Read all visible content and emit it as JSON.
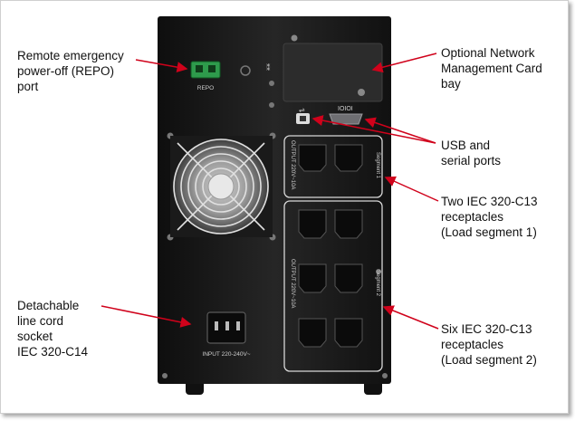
{
  "callouts": {
    "repo": "Remote emergency\npower-off (REPO)\nport",
    "network_card": "Optional Network\nManagement Card\nbay",
    "usb_serial": "USB and\nserial ports",
    "segment1": "Two IEC 320-C13\nreceptacles\n(Load segment 1)",
    "line_cord": "Detachable\nline cord\nsocket\nIEC 320-C14",
    "segment2": "Six IEC 320-C13\nreceptacles\n(Load segment 2)"
  },
  "device_labels": {
    "repo": "REPO",
    "input": "INPUT 220-240V~",
    "output_1": "OUTPUT 220V~10A",
    "output_2": "OUTPUT 220V~10A",
    "segment_1": "Segment 1",
    "segment_2": "Segment 2"
  },
  "colors": {
    "arrow": "#d0021b",
    "chassis": "#1c1c1c",
    "panel_outline": "#d8d8d8"
  }
}
